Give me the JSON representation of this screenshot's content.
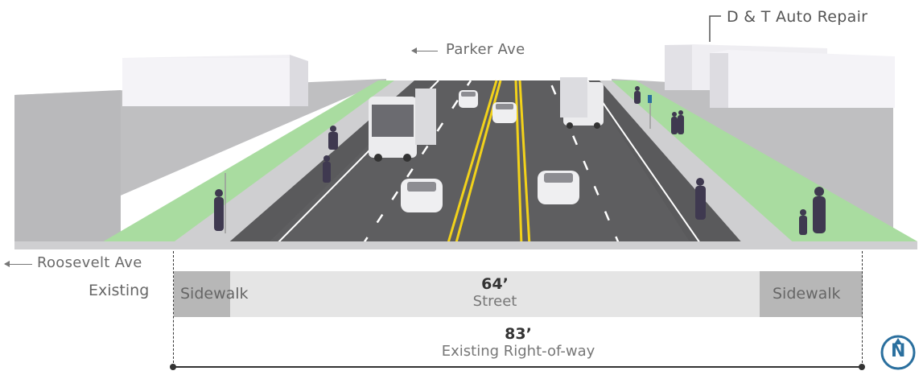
{
  "labels": {
    "business": "D & T Auto Repair",
    "cross_street_top": "Parker Ave",
    "cross_street_left": "Roosevelt Ave"
  },
  "cross_section": {
    "row_label": "Existing",
    "sidewalk_left": "Sidewalk",
    "sidewalk_right": "Sidewalk",
    "street_width": "64’",
    "street_label": "Street",
    "row_width": "83’",
    "row_label_bottom": "Existing Right-of-way"
  },
  "compass": {
    "letter": "N"
  },
  "colors": {
    "road": "#5e5e60",
    "sidewalk": "#c8c8c8",
    "planting": "#a9dca0",
    "center_line": "#f2d21a",
    "building": "#f1f0f4",
    "compass": "#2a6f9e"
  }
}
